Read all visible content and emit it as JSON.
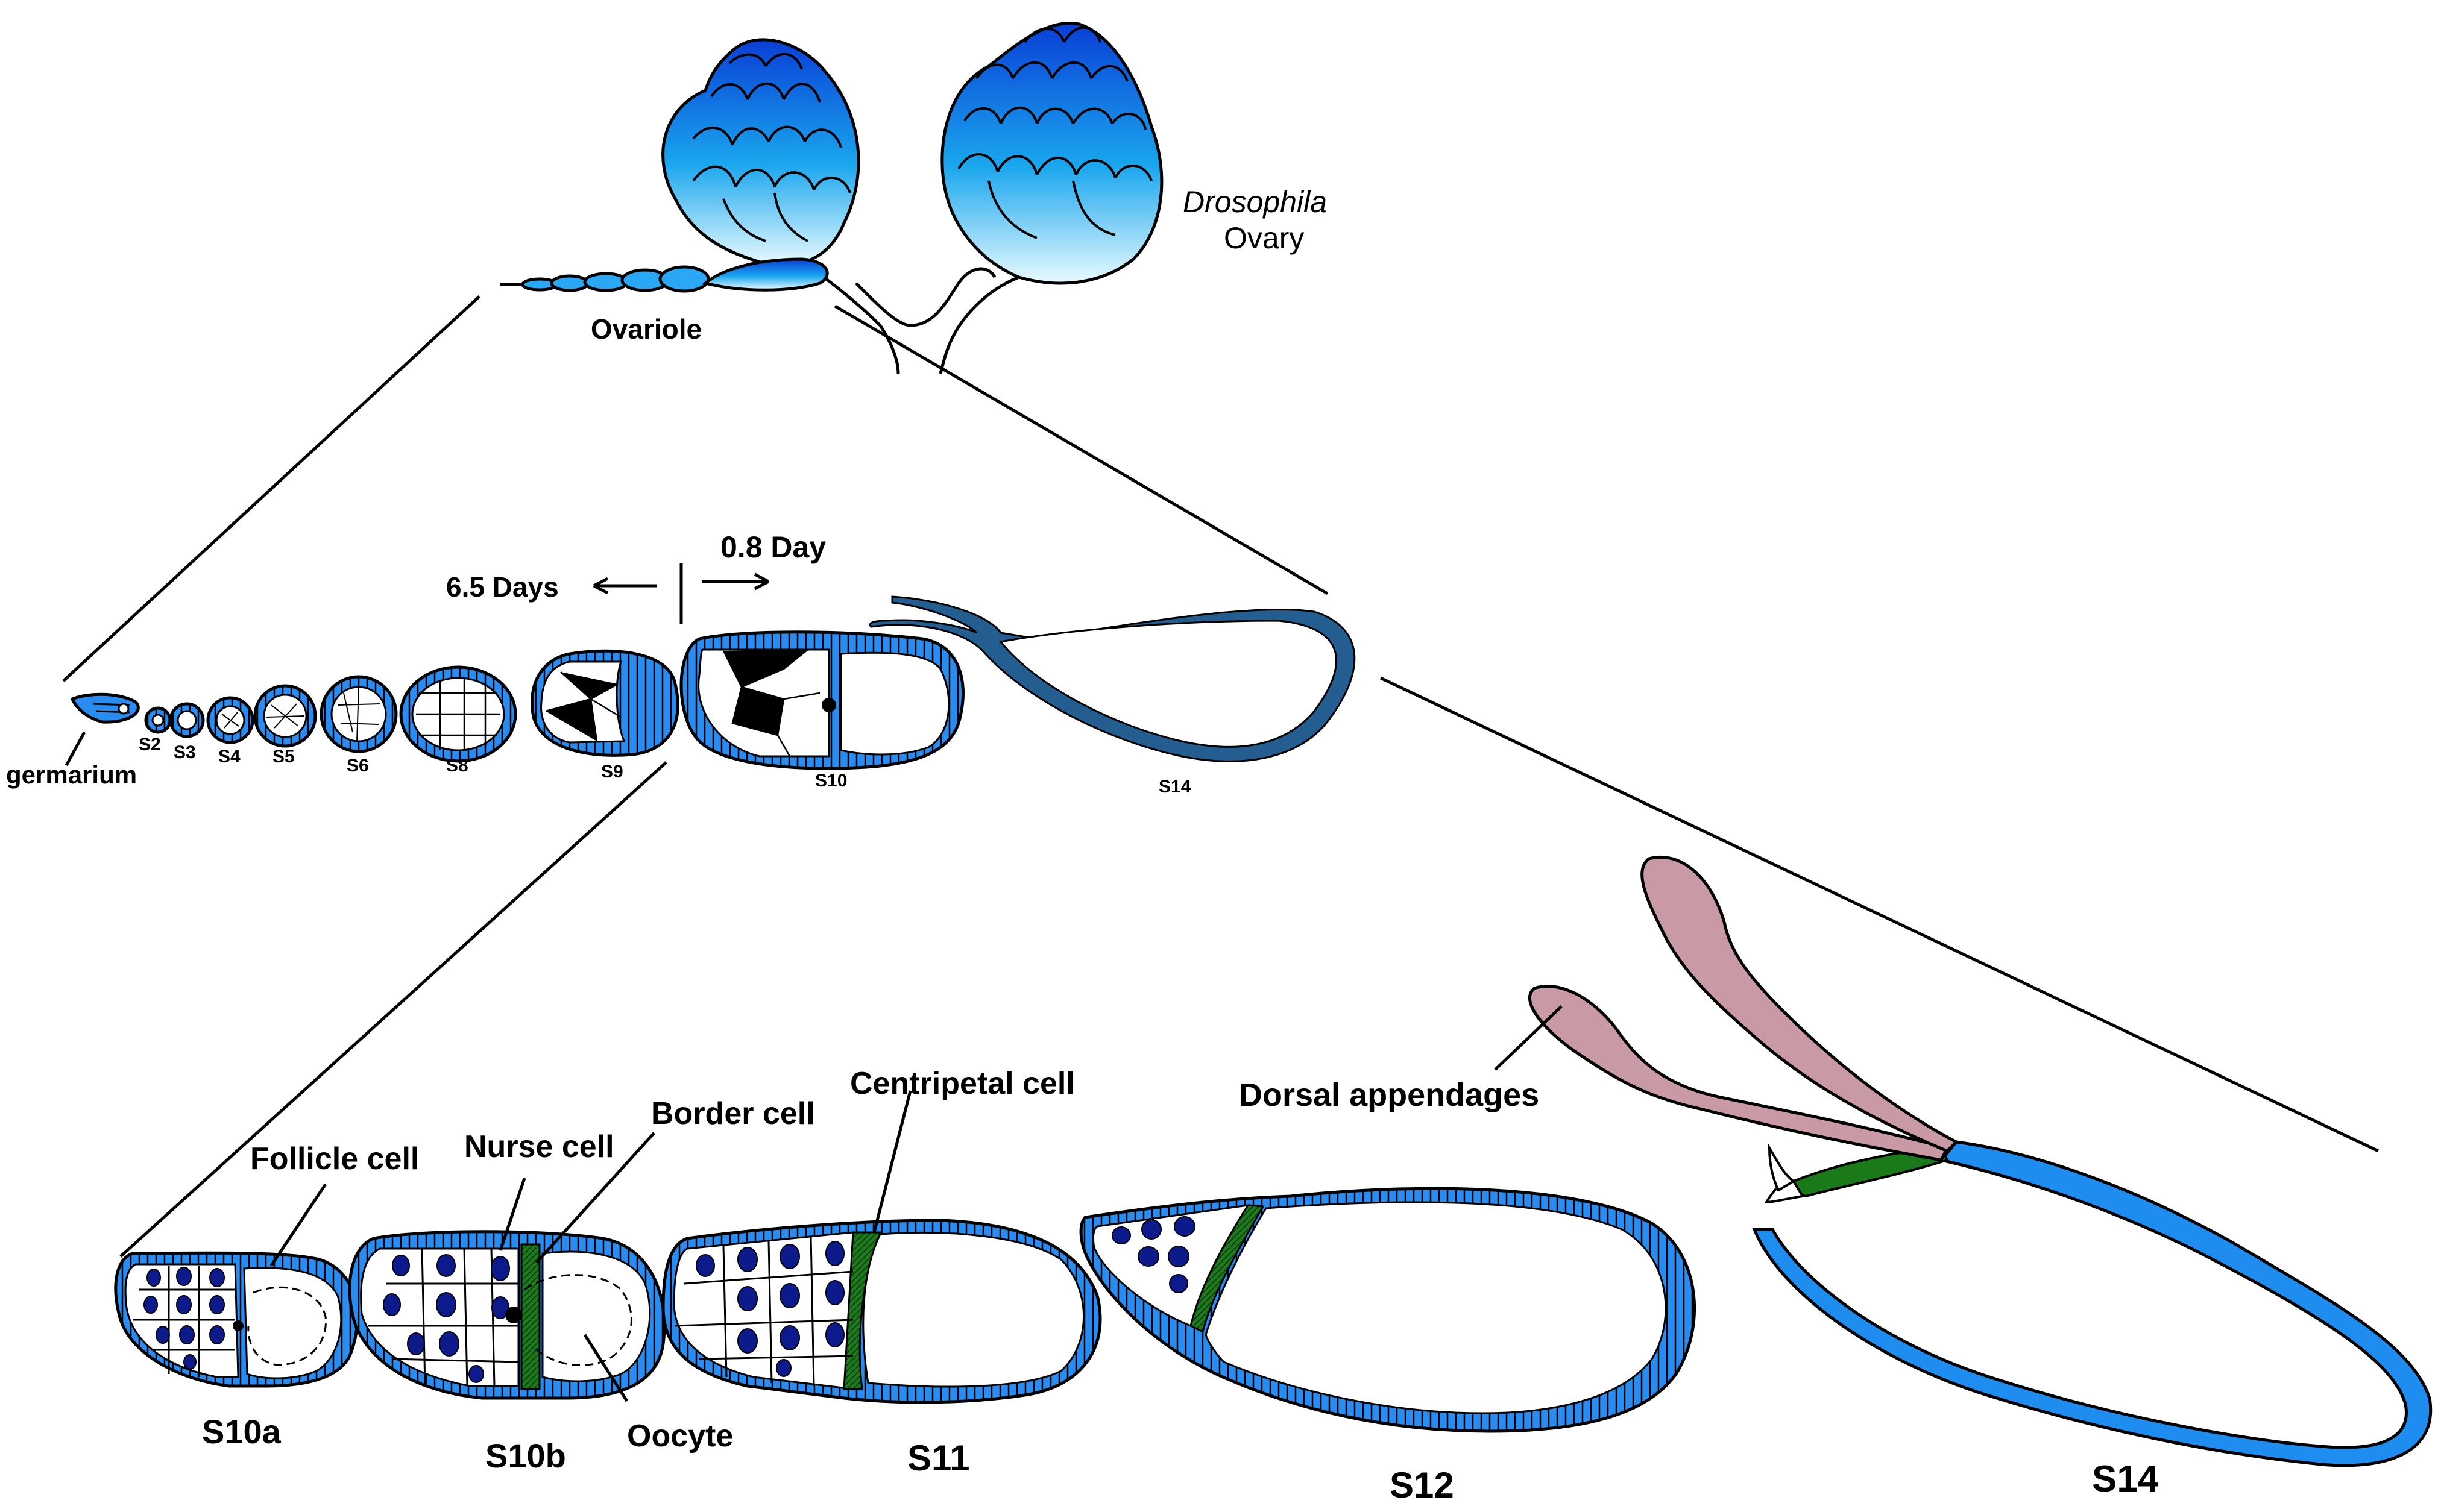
{
  "ovary": {
    "title_italic": "Drosophila",
    "title_plain": "Ovary",
    "ovariole_label": "Ovariole"
  },
  "timeline": {
    "before": "6.5 Days",
    "after": "0.8 Day"
  },
  "ovariole_stages": [
    {
      "key": "germarium",
      "label": "germarium"
    },
    {
      "key": "s2",
      "label": "S2"
    },
    {
      "key": "s3",
      "label": "S3"
    },
    {
      "key": "s4",
      "label": "S4"
    },
    {
      "key": "s5",
      "label": "S5"
    },
    {
      "key": "s6",
      "label": "S6"
    },
    {
      "key": "s8",
      "label": "S8"
    },
    {
      "key": "s9",
      "label": "S9"
    },
    {
      "key": "s10",
      "label": "S10"
    },
    {
      "key": "s14",
      "label": "S14"
    }
  ],
  "cell_labels": {
    "follicle": "Follicle cell",
    "nurse": "Nurse cell",
    "border": "Border cell",
    "centripetal": "Centripetal cell",
    "oocyte": "Oocyte",
    "dorsal": "Dorsal appendages"
  },
  "egg_stages": [
    {
      "key": "s10a",
      "label": "S10a"
    },
    {
      "key": "s10b",
      "label": "S10b"
    },
    {
      "key": "s11",
      "label": "S11"
    },
    {
      "key": "s12",
      "label": "S12"
    },
    {
      "key": "s14",
      "label": "S14"
    }
  ],
  "colors": {
    "follicle_blue": "#2a8cf0",
    "nucleus_navy": "#0d1a8c",
    "centripetal_green": "#1f7a1f",
    "appendage_pink": "#c99aa6",
    "mature_egg_blue": "#245d8f",
    "ovary_cyan": "#20d8f5"
  }
}
